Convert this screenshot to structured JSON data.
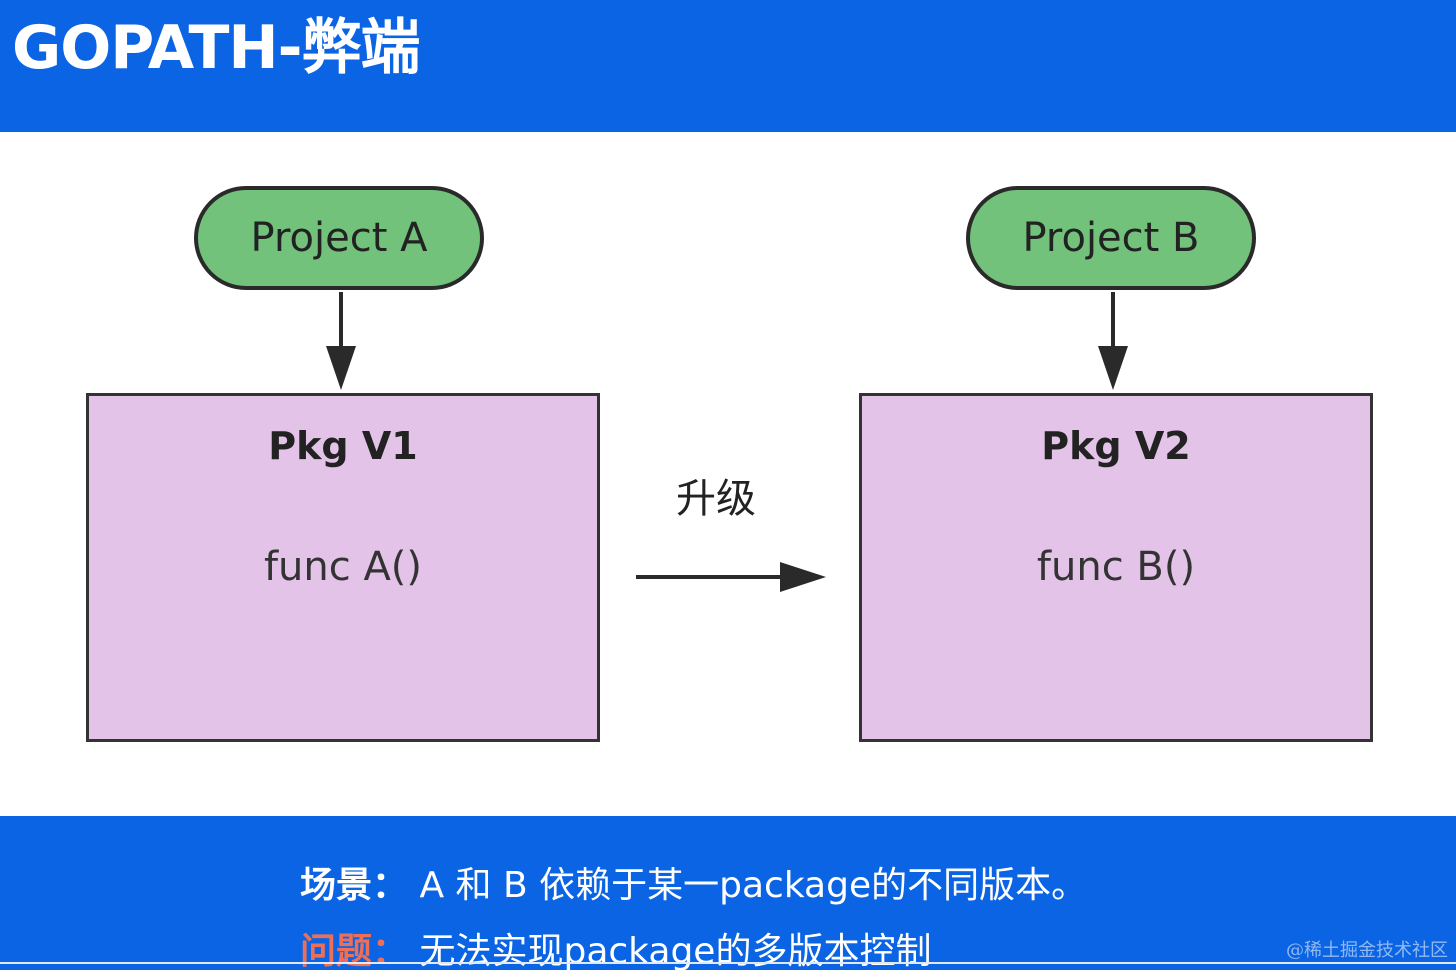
{
  "header": {
    "title": "GOPATH-弊端"
  },
  "diagram": {
    "project_a": "Project A",
    "project_b": "Project B",
    "pkg_v1_title": "Pkg V1",
    "pkg_v1_func": "func A()",
    "pkg_v2_title": "Pkg V2",
    "pkg_v2_func": "func B()",
    "upgrade_label": "升级"
  },
  "footer": {
    "scenario_key": "场景：",
    "scenario_text": "A 和 B 依赖于某一package的不同版本。",
    "problem_key": "问题：",
    "problem_text": "无法实现package的多版本控制"
  },
  "watermark": "@稀土掘金技术社区",
  "colors": {
    "header_bg": "#0a64e4",
    "project_fill": "#72c27b",
    "pkg_fill": "#e3c3e8",
    "problem_key": "#ee6f57"
  }
}
